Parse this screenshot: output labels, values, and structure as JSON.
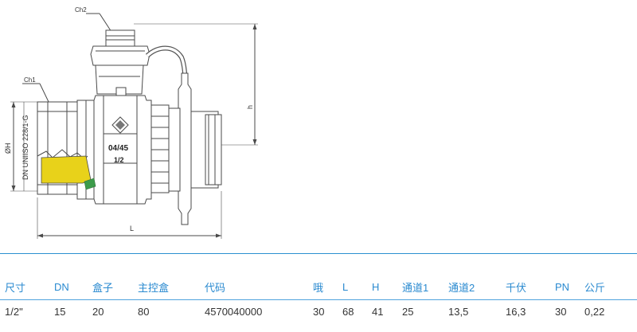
{
  "drawing": {
    "labels": {
      "ch2": "Ch2",
      "ch1": "Ch1",
      "oh": "ØH",
      "dn_standard": "DN UNIISO 228/1-G",
      "h": "h",
      "l": "L",
      "marking_top": "04/45",
      "marking_bottom": "1/2"
    }
  },
  "table": {
    "headers": [
      "尺寸",
      "DN",
      "盒子",
      "主控盒",
      "代码",
      "哦",
      "L",
      "H",
      "通道1",
      "通道2",
      "千伏",
      "PN",
      "公斤"
    ],
    "rows": [
      [
        "1/2\"",
        "15",
        "20",
        "80",
        "4570040000",
        "30",
        "68",
        "41",
        "25",
        "13,5",
        "16,3",
        "30",
        "0,22"
      ]
    ]
  },
  "colors": {
    "accent": "#2a8ad0",
    "line": "#4a4a4a",
    "brass_highlight": "#e8d21a",
    "seal_green": "#3c9b4a"
  }
}
